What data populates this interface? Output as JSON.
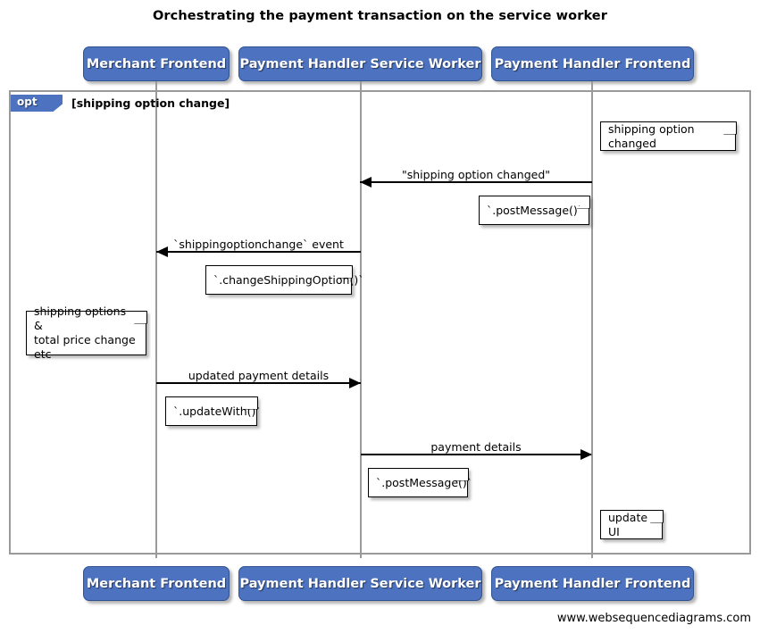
{
  "diagram": {
    "title": "Orchestrating the payment transaction on the service worker",
    "footer": "www.websequencediagrams.com",
    "accent_color": "#4C72C0",
    "line_color": "#9a9a9a"
  },
  "actors": [
    {
      "id": "merchant-frontend",
      "label": "Merchant Frontend"
    },
    {
      "id": "payment-handler-service-worker",
      "label": "Payment Handler Service Worker"
    },
    {
      "id": "payment-handler-frontend",
      "label": "Payment Handler Frontend"
    }
  ],
  "actors_bottom": [
    {
      "id": "merchant-frontend",
      "label": "Merchant Frontend"
    },
    {
      "id": "payment-handler-service-worker",
      "label": "Payment Handler Service Worker"
    },
    {
      "id": "payment-handler-frontend",
      "label": "Payment Handler Frontend"
    }
  ],
  "fragment": {
    "type": "opt",
    "condition": "[shipping option change]"
  },
  "messages": [
    {
      "id": "shipping-option-changed",
      "label": "\"shipping option changed\"",
      "from": "payment-handler-frontend",
      "to": "payment-handler-service-worker",
      "direction": "left"
    },
    {
      "id": "shippingoptionchange-event",
      "label": "`shippingoptionchange` event",
      "from": "payment-handler-service-worker",
      "to": "merchant-frontend",
      "direction": "left"
    },
    {
      "id": "updated-payment-details",
      "label": "updated payment details",
      "from": "merchant-frontend",
      "to": "payment-handler-service-worker",
      "direction": "right"
    },
    {
      "id": "payment-details",
      "label": "payment details",
      "from": "payment-handler-service-worker",
      "to": "payment-handler-frontend",
      "direction": "right"
    }
  ],
  "notes": [
    {
      "id": "note-shipping-option-changed",
      "text": "shipping option changed"
    },
    {
      "id": "note-post-message-1",
      "text": "`.postMessage()`"
    },
    {
      "id": "note-change-shipping-option",
      "text": "`.changeShippingOption()`"
    },
    {
      "id": "note-shipping-options-total-price",
      "text": "shipping options &\ntotal price change etc"
    },
    {
      "id": "note-update-with",
      "text": "`.updateWith()`"
    },
    {
      "id": "note-post-message-2",
      "text": "`.postMessage()`"
    },
    {
      "id": "note-update-ui",
      "text": "update UI"
    }
  ]
}
